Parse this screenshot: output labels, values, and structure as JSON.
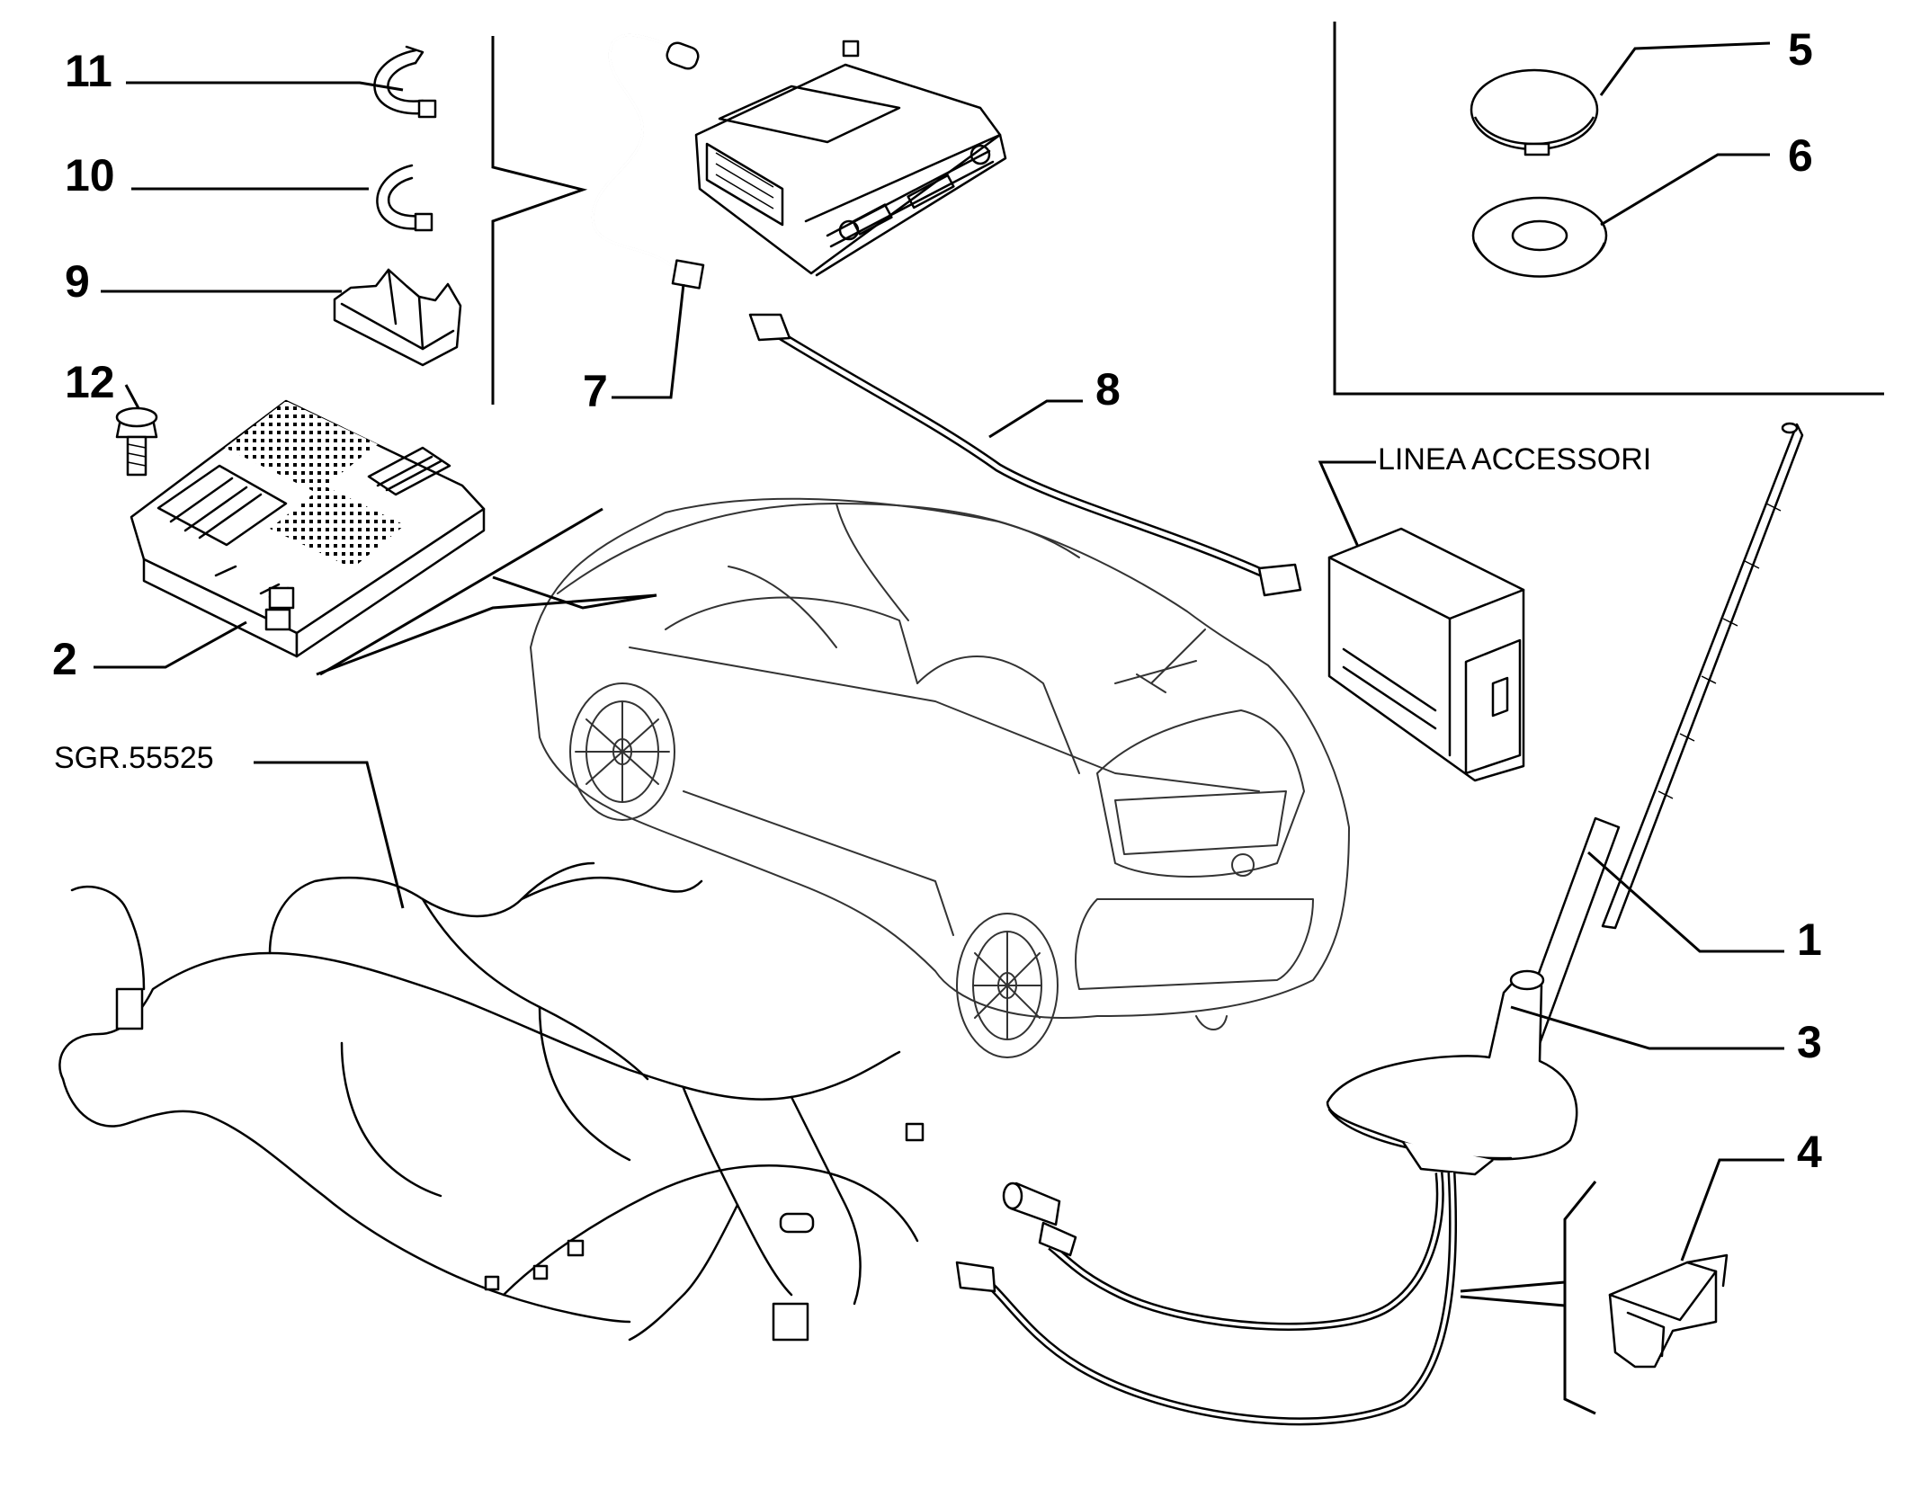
{
  "callouts": {
    "n1": "1",
    "n2": "2",
    "n3": "3",
    "n4": "4",
    "n5": "5",
    "n6": "6",
    "n7": "7",
    "n8": "8",
    "n9": "9",
    "n10": "10",
    "n11": "11",
    "n12": "12"
  },
  "labels": {
    "linea_accessori": "LINEA ACCESSORI",
    "sgr_code": "SGR.55525"
  }
}
